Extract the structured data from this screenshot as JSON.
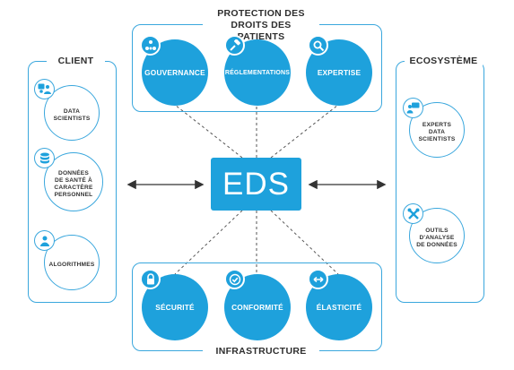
{
  "center": {
    "label": "EDS"
  },
  "top_group": {
    "title_line1": "PROTECTION DES",
    "title_line2": "DROITS DES PATIENTS",
    "items": [
      {
        "label": "GOUVERNANCE",
        "icon": "network-nodes-icon"
      },
      {
        "label": "RÉGLEMENTATIONS",
        "icon": "gavel-icon"
      },
      {
        "label": "EXPERTISE",
        "icon": "magnifier-icon"
      }
    ]
  },
  "bottom_group": {
    "title": "INFRASTRUCTURE",
    "items": [
      {
        "label": "SÉCURITÉ",
        "icon": "padlock-icon"
      },
      {
        "label": "CONFORMITÉ",
        "icon": "checkmark-icon"
      },
      {
        "label": "ÉLASTICITÉ",
        "icon": "double-arrow-icon"
      }
    ]
  },
  "left_group": {
    "title": "CLIENT",
    "items": [
      {
        "label": "DATA\nSCIENTISTS",
        "icon": "people-chart-icon"
      },
      {
        "label": "DONNÉES\nDE SANTÉ À\nCARACTÈRE\nPERSONNEL",
        "icon": "database-icon"
      },
      {
        "label": "ALGORITHMES",
        "icon": "algorithm-person-icon"
      }
    ]
  },
  "right_group": {
    "title": "ECOSYSTÈME",
    "items": [
      {
        "label": "EXPERTS\nDATA\nSCIENTISTS",
        "icon": "expert-presenter-icon"
      },
      {
        "label": "OUTILS\nD'ANALYSE\nDE DONNÉES",
        "icon": "tools-icon"
      }
    ]
  },
  "colors": {
    "accent": "#1ea1dc",
    "border": "#3aa7dd",
    "line": "#555555",
    "text": "#2e2e2e"
  }
}
